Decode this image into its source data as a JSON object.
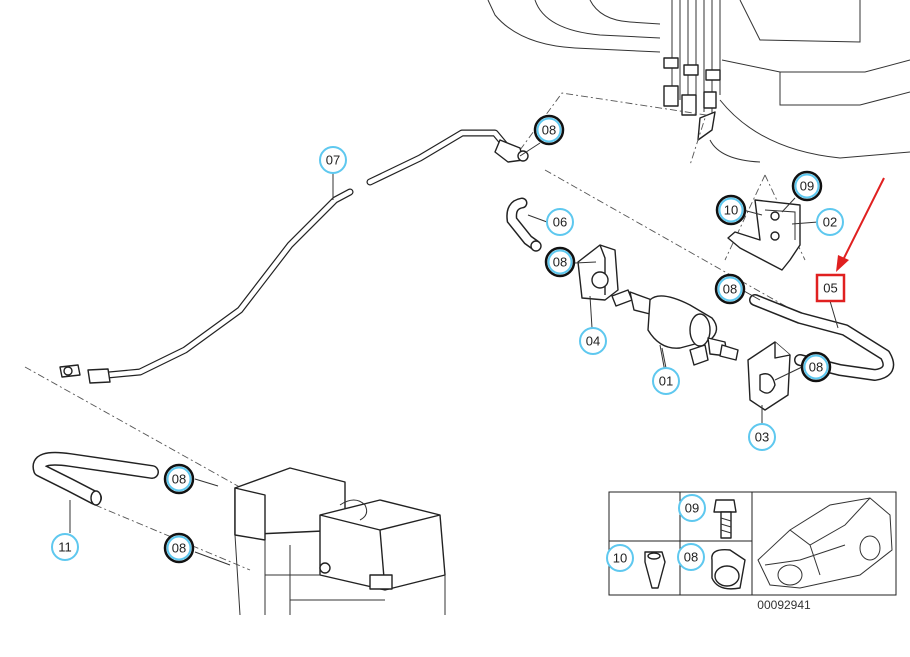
{
  "diagram": {
    "reference_number": "00092941",
    "callouts": [
      {
        "id": "07",
        "label": "07"
      },
      {
        "id": "08a",
        "label": "08"
      },
      {
        "id": "06",
        "label": "06"
      },
      {
        "id": "08b",
        "label": "08"
      },
      {
        "id": "04",
        "label": "04"
      },
      {
        "id": "01",
        "label": "01"
      },
      {
        "id": "10a",
        "label": "10"
      },
      {
        "id": "09a",
        "label": "09"
      },
      {
        "id": "02",
        "label": "02"
      },
      {
        "id": "08c",
        "label": "08"
      },
      {
        "id": "05",
        "label": "05"
      },
      {
        "id": "08d",
        "label": "08"
      },
      {
        "id": "03",
        "label": "03"
      },
      {
        "id": "08e",
        "label": "08"
      },
      {
        "id": "11",
        "label": "11"
      },
      {
        "id": "08f",
        "label": "08"
      },
      {
        "id": "09b",
        "label": "09"
      },
      {
        "id": "10b",
        "label": "10"
      },
      {
        "id": "08g",
        "label": "08"
      }
    ],
    "highlighted_callout": "05",
    "colors": {
      "callout_ring": "#5ec8ef",
      "highlight": "#e02020",
      "line": "#222222"
    }
  }
}
